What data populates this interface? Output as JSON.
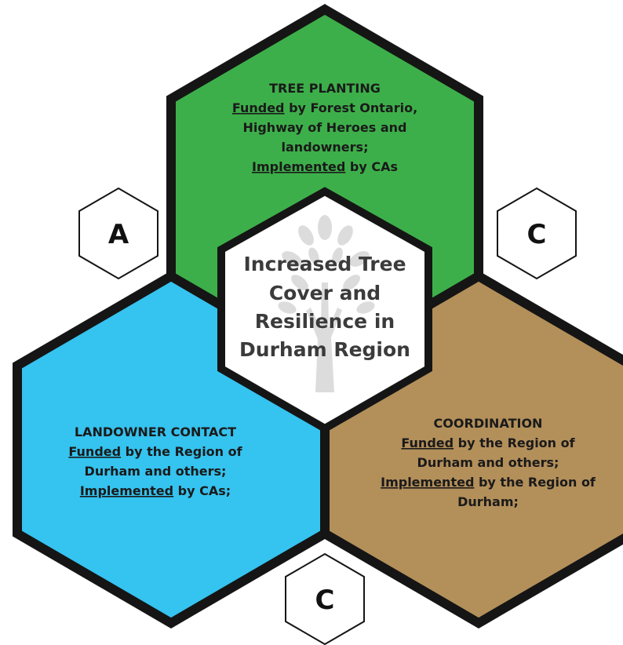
{
  "center": {
    "lines": [
      "Increased Tree",
      "Cover and",
      "Resilience in",
      "Durham Region"
    ]
  },
  "tree_planting": {
    "title": "TREE PLANTING",
    "funded_word": "Funded",
    "funded_rest": " by Forest Ontario,",
    "line3": "Highway of Heroes and",
    "line4": "landowners;",
    "implemented_word": "Implemented",
    "implemented_rest": " by CAs",
    "color": "#3daf4a"
  },
  "landowner_contact": {
    "title": "LANDOWNER CONTACT",
    "funded_word": "Funded",
    "funded_rest": " by the Region of",
    "line3": "Durham and others;",
    "implemented_word": "Implemented",
    "implemented_rest": " by CAs;",
    "color": "#35c3ef"
  },
  "coordination": {
    "title": "COORDINATION",
    "funded_word": "Funded",
    "funded_rest": " by the Region of",
    "line3": "Durham and others;",
    "implemented_word": "Implemented",
    "implemented_rest": " by the Region of",
    "line5": "Durham;",
    "color": "#b38f5a"
  },
  "badges": {
    "left": "A",
    "right": "C",
    "bottom": "C"
  },
  "stroke_color": "#151515"
}
